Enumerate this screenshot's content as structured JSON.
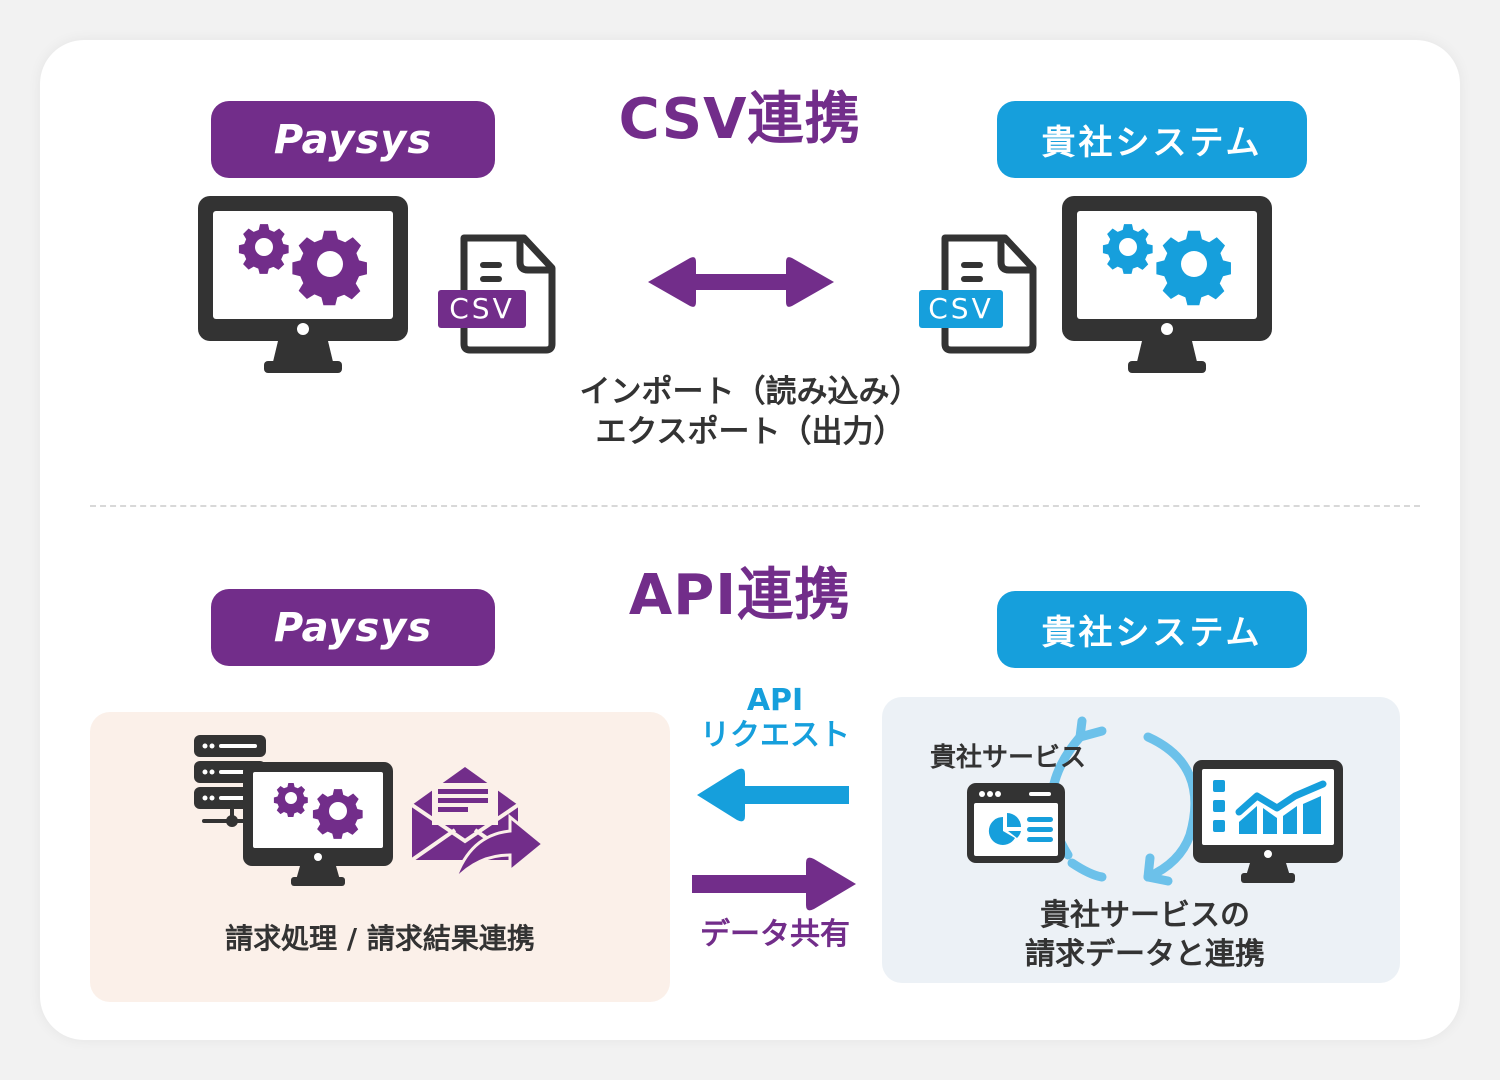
{
  "colors": {
    "brand_purple": "#722d8a",
    "system_blue": "#169fdc",
    "light_blue": "#6cc1ea",
    "icon_dark": "#333333",
    "left_panel_bg": "#fbf0e9",
    "right_panel_bg": "#ecf1f6"
  },
  "csv_section": {
    "title": "CSV連携",
    "left_label": "Paysys",
    "right_label": "貴社システム",
    "left_file_badge": "CSV",
    "right_file_badge": "CSV",
    "arrow": "bidirectional-arrow",
    "caption_line1": "インポート（読み込み）",
    "caption_line2": "エクスポート（出力）"
  },
  "api_section": {
    "title": "API連携",
    "left_label": "Paysys",
    "right_label": "貴社システム",
    "request_label_line1": "API",
    "request_label_line2": "リクエスト",
    "share_label": "データ共有",
    "left_panel_caption": "請求処理 / 請求結果連携",
    "right_panel_service_label": "貴社サービス",
    "right_panel_caption_line1": "貴社サービスの",
    "right_panel_caption_line2": "請求データと連携"
  },
  "icons": {
    "monitor": "monitor-icon",
    "gears": "gears-icon",
    "csv_file": "csv-file-icon",
    "server": "server-icon",
    "mail_forward": "mail-forward-icon",
    "browser_chart": "browser-chart-icon",
    "cycle_arrows": "cycle-arrows-icon",
    "dashboard_monitor": "dashboard-monitor-icon"
  }
}
